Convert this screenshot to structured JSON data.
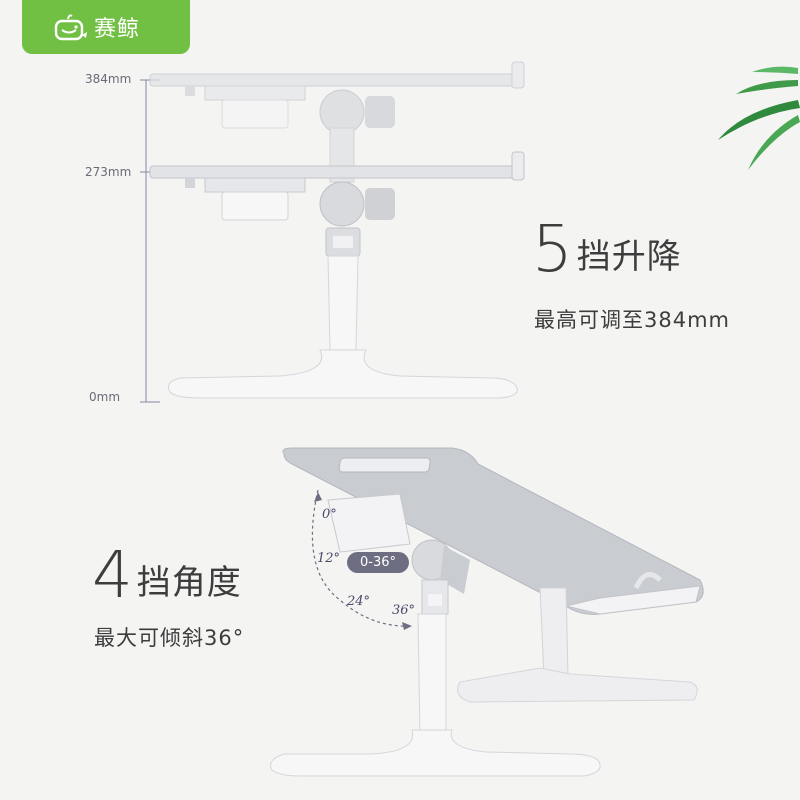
{
  "brand": {
    "name": "赛鲸",
    "color": "#72c043"
  },
  "height": {
    "label_top": "384mm",
    "label_mid": "273mm",
    "label_bottom": "0mm",
    "steps_number": "5",
    "steps_text": "挡升降",
    "subtitle": "最高可调至384mm"
  },
  "angle": {
    "steps_number": "4",
    "steps_text": "挡角度",
    "subtitle": "最大可倾斜36°",
    "range_badge": "0-36°",
    "marks": [
      "0°",
      "12°",
      "24°",
      "36°"
    ]
  },
  "colors": {
    "accent_purple": "#6e6e82",
    "tray_gray": "#c9ccd1",
    "frame_white": "#f7f7f8",
    "leaf_green": "#3f9a4a"
  }
}
